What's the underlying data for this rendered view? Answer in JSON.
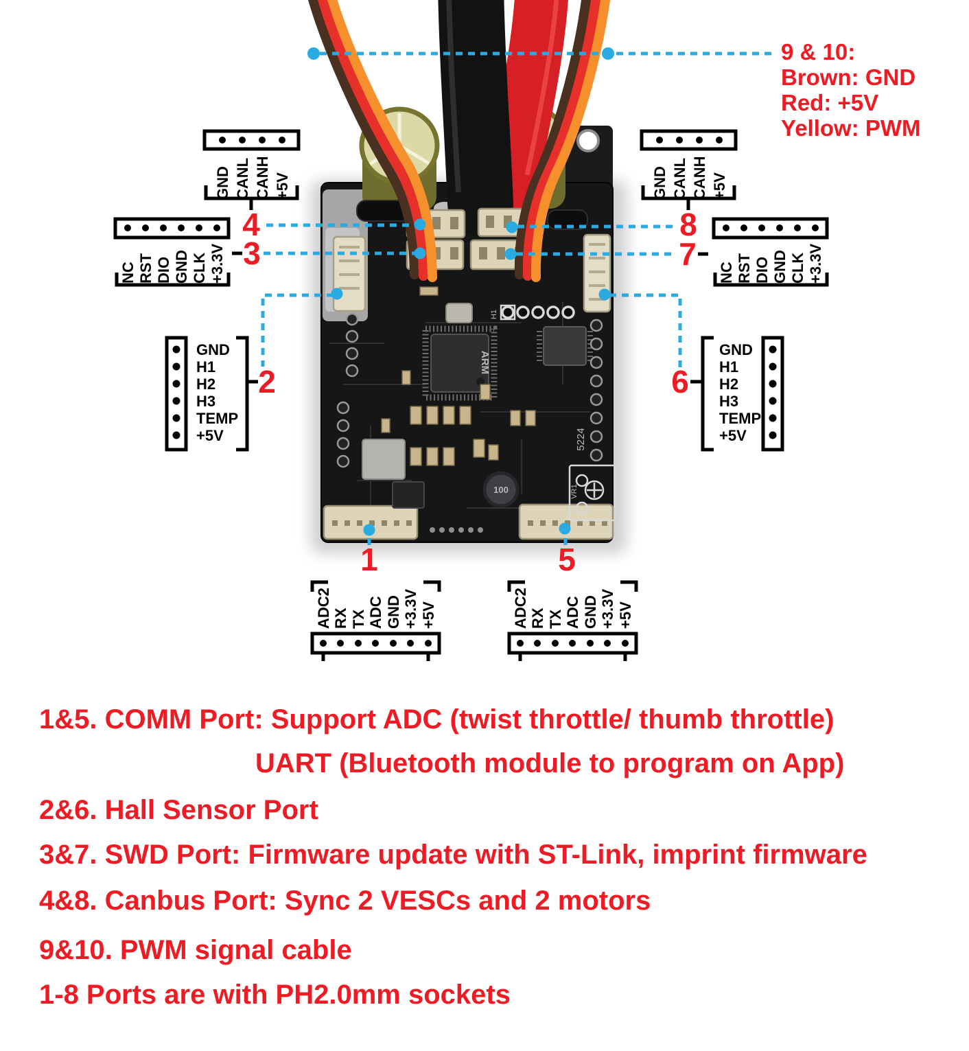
{
  "colors": {
    "annotation": "#29abe2",
    "label_red": "#ed1c24"
  },
  "pwm_callout": {
    "title": "9 & 10:",
    "lines": [
      "Brown: GND",
      "Red: +5V",
      "Yellow: PWM"
    ]
  },
  "ports": {
    "canbus_left": {
      "number": "4",
      "pins": [
        "GND",
        "CANL",
        "CANH",
        "+5V"
      ]
    },
    "swd_left": {
      "number": "3",
      "pins": [
        "NC",
        "RST",
        "DIO",
        "GND",
        "CLK",
        "+3.3V"
      ]
    },
    "hall_left": {
      "number": "2",
      "pins": [
        "GND",
        "H1",
        "H2",
        "H3",
        "TEMP",
        "+5V"
      ]
    },
    "comm_left": {
      "number": "1",
      "pins": [
        "ADC2",
        "RX",
        "TX",
        "ADC",
        "GND",
        "+3.3V",
        "+5V"
      ]
    },
    "canbus_right": {
      "number": "8",
      "pins": [
        "GND",
        "CANL",
        "CANH",
        "+5V"
      ]
    },
    "swd_right": {
      "number": "7",
      "pins": [
        "NC",
        "RST",
        "DIO",
        "GND",
        "CLK",
        "+3.3V"
      ]
    },
    "hall_right": {
      "number": "6",
      "pins": [
        "GND",
        "H1",
        "H2",
        "H3",
        "TEMP",
        "+5V"
      ]
    },
    "comm_right": {
      "number": "5",
      "pins": [
        "ADC2",
        "RX",
        "TX",
        "ADC",
        "GND",
        "+3.3V",
        "+5V"
      ]
    }
  },
  "board": {
    "silkscreen": {
      "mcu": "ARM",
      "inductor": "100",
      "ref": "5224",
      "trimmer": "VR1",
      "header": "H1"
    }
  },
  "legend": [
    "1&5. COMM Port: Support ADC (twist throttle/ thumb throttle)",
    "UART (Bluetooth module to program on App)",
    "2&6. Hall Sensor Port",
    "3&7. SWD Port: Firmware update with ST-Link, imprint firmware",
    "4&8. Canbus Port: Sync 2 VESCs and 2 motors",
    "9&10. PWM signal cable",
    "1-8 Ports are with PH2.0mm sockets"
  ]
}
